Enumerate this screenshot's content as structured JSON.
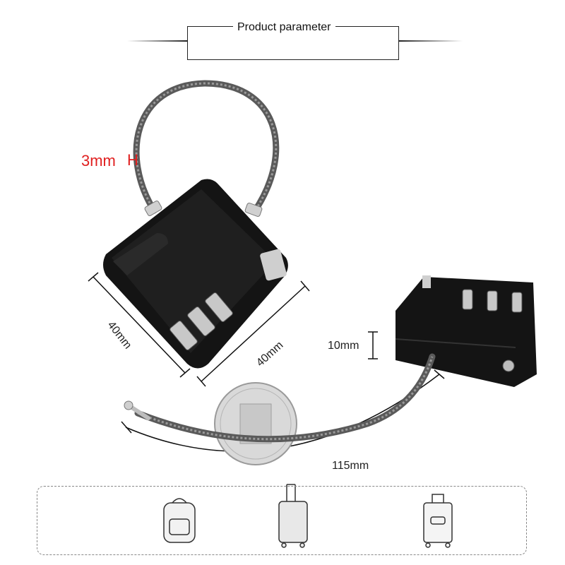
{
  "header": {
    "title": "Product parameter"
  },
  "dimensions": {
    "cable_diameter": "3mm",
    "length_side": "40mm",
    "width_side": "40mm",
    "thickness": "10mm",
    "cable_length": "115mm"
  },
  "usage_icons": [
    "backpack-icon",
    "rolling-suitcase-icon",
    "suitcase-icon"
  ],
  "colors": {
    "label_red": "#e02020",
    "lock_body": "#141414",
    "cable": "#6f6f6f"
  }
}
